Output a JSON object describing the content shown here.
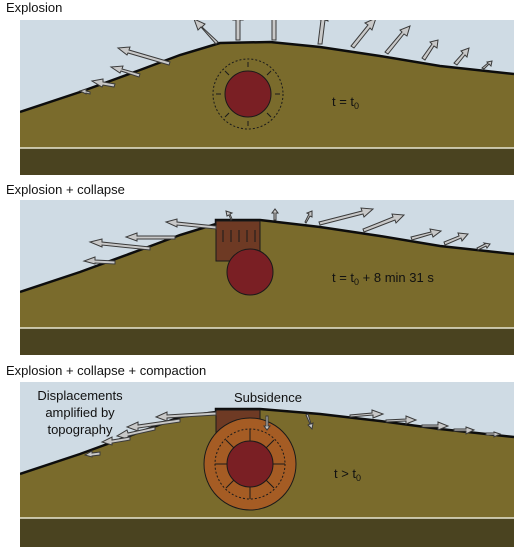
{
  "panels": [
    {
      "title": "Explosion",
      "time_main": "t = t",
      "time_sub": "0",
      "time_suffix": ""
    },
    {
      "title": "Explosion + collapse",
      "time_main": "t = t",
      "time_sub": "0",
      "time_suffix": " + 8 min 31 s"
    },
    {
      "title": "Explosion + collapse + compaction",
      "time_main": "t > t",
      "time_sub": "0",
      "time_suffix": ""
    }
  ],
  "annotations": {
    "displacements_line1": "Displacements",
    "displacements_line2": "amplified by",
    "displacements_line3": "topography",
    "subsidence": "Subsidence"
  },
  "colors": {
    "sky": "#cfdbe4",
    "ground": "#7a6b2c",
    "ground_line": "#0d0d0d",
    "deep_layer": "#4a4320",
    "chamber": "#7a1f24",
    "collapse_block": "#6e3a24",
    "compaction_ring": "#a55c24",
    "arrow_fill": "#c8c8c8",
    "arrow_stroke": "#3a3a3a"
  }
}
